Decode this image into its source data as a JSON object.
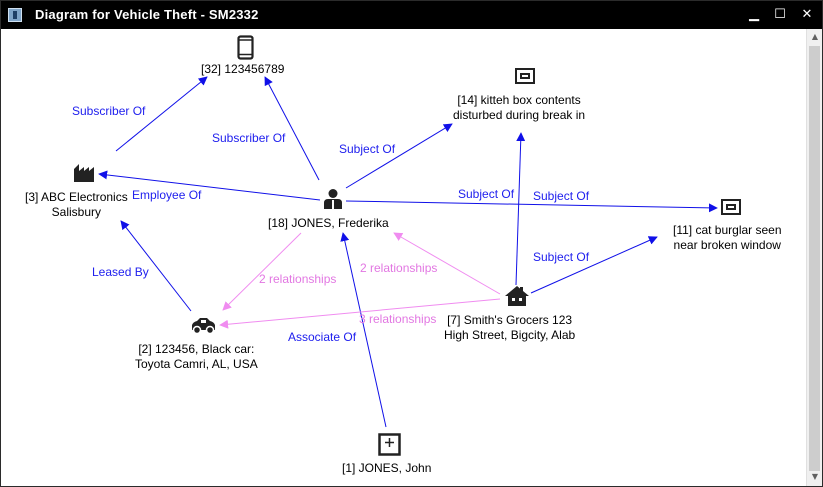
{
  "window": {
    "title": "Diagram for Vehicle Theft - SM2332",
    "min_glyph": "▁",
    "max_glyph": "☐",
    "close_glyph": "✕"
  },
  "colors": {
    "relation_edge": "#1010e8",
    "aggregate_edge": "#f08cf0",
    "node_icon": "#222222"
  },
  "nodes": {
    "phone": {
      "label": "[32] 123456789",
      "icon": "phone-icon"
    },
    "kitteh": {
      "label_line1": "[14] kitteh box contents",
      "label_line2": "disturbed during break in",
      "icon": "document-icon"
    },
    "abc": {
      "label_line1": "[3] ABC Electronics",
      "label_line2": "Salisbury",
      "icon": "factory-icon"
    },
    "frederika": {
      "label": "[18] JONES, Frederika",
      "icon": "person-icon"
    },
    "catburglar": {
      "label_line1": "[11] cat burglar seen",
      "label_line2": "near broken window",
      "icon": "document-icon"
    },
    "car": {
      "label_line1": "[2] 123456, Black car:",
      "label_line2": "Toyota Camri, AL, USA",
      "icon": "car-icon"
    },
    "grocers": {
      "label_line1": "[7] Smith's Grocers 123",
      "label_line2": "High Street, Bigcity, Alab",
      "icon": "house-icon"
    },
    "john": {
      "label": "[1] JONES, John",
      "icon": "associate-icon"
    }
  },
  "edge_labels": {
    "subscriber_abc": "Subscriber Of",
    "subscriber_fred": "Subscriber Of",
    "subject_kitteh": "Subject Of",
    "employee": "Employee Of",
    "subject_cat_1": "Subject Of",
    "subject_cat_2": "Subject Of",
    "subject_cat_3": "Subject Of",
    "leased": "Leased By",
    "rel_car_fred": "2 relationships",
    "rel_grocers_fred": "2 relationships",
    "rel_grocers_car": "3 relationships",
    "associate": "Associate Of"
  },
  "scrollbar": {
    "up_glyph": "▲",
    "down_glyph": "▼"
  }
}
